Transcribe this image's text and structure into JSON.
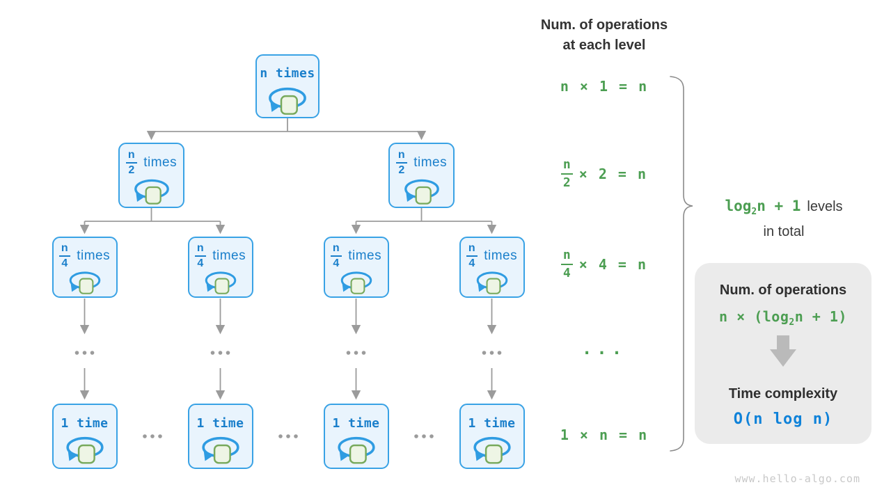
{
  "palette": {
    "node_fill": "#e9f4fd",
    "node_border": "#39a2e5",
    "node_text_blue": "#1a7fcb",
    "loop_blue": "#2f9ce2",
    "square_fill": "#eef5e5",
    "square_border": "#77a95c",
    "green": "#4c9e52",
    "dark_text": "#333333",
    "complexity_blue": "#0f82d9",
    "connector_gray": "#9b9b9b",
    "box_gray": "#ebebeb",
    "block_arrow_gray": "#bababa",
    "watermark_gray": "#c8c8c8"
  },
  "right_header": {
    "line1": "Num. of operations",
    "line2": "at each level"
  },
  "equations": [
    {
      "kind": "plain",
      "text": "n × 1 = n"
    },
    {
      "kind": "frac",
      "num": "n",
      "den": "2",
      "rest": "× 2 = n"
    },
    {
      "kind": "frac",
      "num": "n",
      "den": "4",
      "rest": "× 4 = n"
    },
    {
      "kind": "dots",
      "text": "···"
    },
    {
      "kind": "plain",
      "text": "1 × n = n"
    }
  ],
  "levels_label": {
    "log": "log",
    "sub": "2",
    "after": "n + 1",
    "rest": "levels",
    "line2": "in total"
  },
  "summary_box": {
    "ops_title": "Num. of operations",
    "ops_formula": {
      "pre": "n × (log",
      "sub": "2",
      "post": "n + 1)"
    },
    "arrow_icon": "down-block-arrow",
    "tc_title": "Time complexity",
    "tc_formula": "O(n log n)"
  },
  "tree": {
    "loop_icon": "self-loop-arrow-around-task-square",
    "root": {
      "label": "n times"
    },
    "level2": [
      {
        "num": "n",
        "den": "2",
        "suffix": "times"
      },
      {
        "num": "n",
        "den": "2",
        "suffix": "times"
      }
    ],
    "level3": [
      {
        "num": "n",
        "den": "4",
        "suffix": "times"
      },
      {
        "num": "n",
        "den": "4",
        "suffix": "times"
      },
      {
        "num": "n",
        "den": "4",
        "suffix": "times"
      },
      {
        "num": "n",
        "den": "4",
        "suffix": "times"
      }
    ],
    "bottom": [
      {
        "label": "1 time"
      },
      {
        "label": "1 time"
      },
      {
        "label": "1 time"
      },
      {
        "label": "1 time"
      }
    ]
  },
  "watermark": "www.hello-algo.com"
}
